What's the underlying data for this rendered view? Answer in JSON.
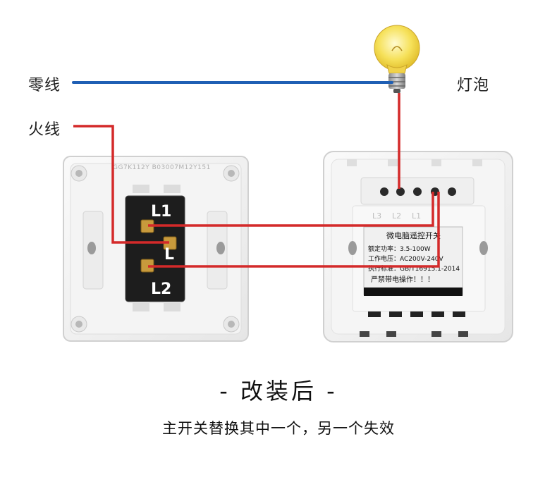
{
  "labels": {
    "neutral": "零线",
    "live": "火线",
    "bulb": "灯泡"
  },
  "old_switch": {
    "serial": "GG7K112Y B03007M12Y151",
    "terminals": [
      "L1",
      "L",
      "L2"
    ]
  },
  "smart_switch": {
    "terminal_labels": [
      "L3",
      "L2",
      "L1"
    ],
    "sticker": {
      "title": "微电脑遥控开关",
      "power": "额定功率：3.5-100W",
      "voltage": "工作电压：AC200V-240V",
      "standard": "执行标准：GB/T16915.1-2014",
      "warning": "严禁带电操作！！！"
    }
  },
  "caption": {
    "title": "- 改装后 -",
    "subtitle": "主开关替换其中一个，另一个失效"
  },
  "colors": {
    "neutral_wire": "#1f5fb4",
    "live_wire": "#d42a2a"
  }
}
